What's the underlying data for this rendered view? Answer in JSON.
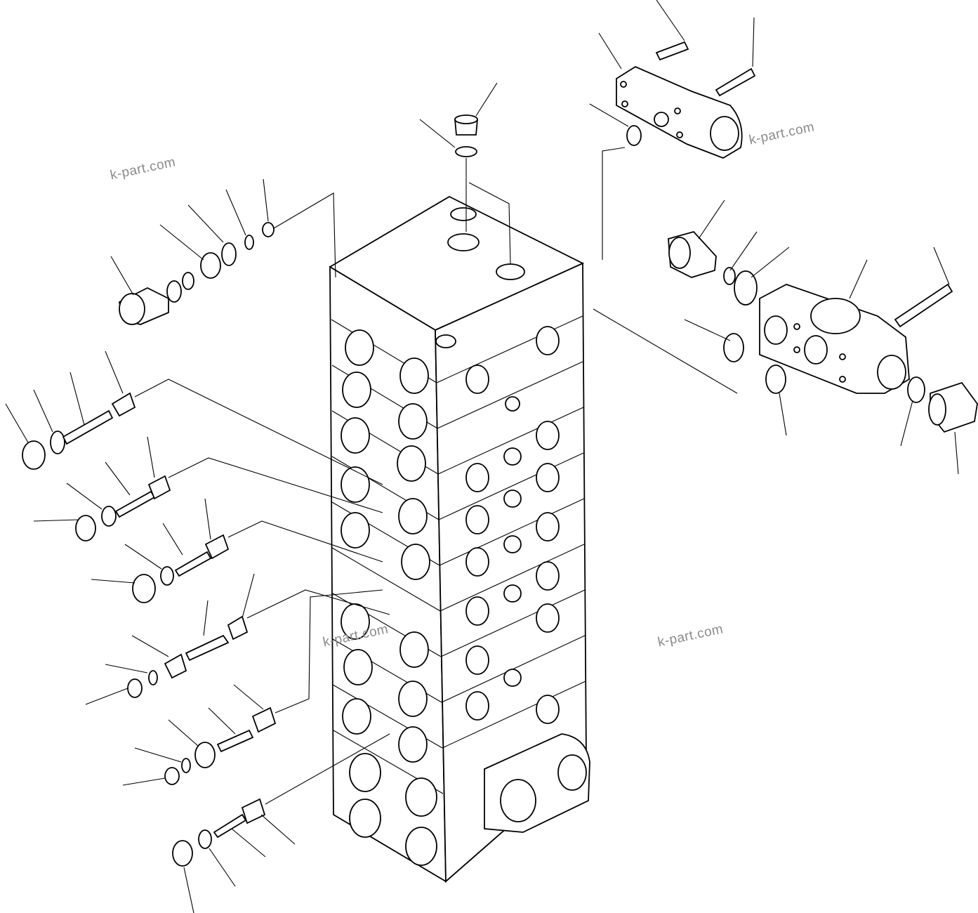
{
  "watermarks": {
    "w1": "k-part.com",
    "w2": "k-part.com",
    "w3": "k-part.com",
    "w4": "k-part.com"
  },
  "colors": {
    "line": "#000000",
    "watermark": "#8a8a8a",
    "background": "#ffffff"
  }
}
